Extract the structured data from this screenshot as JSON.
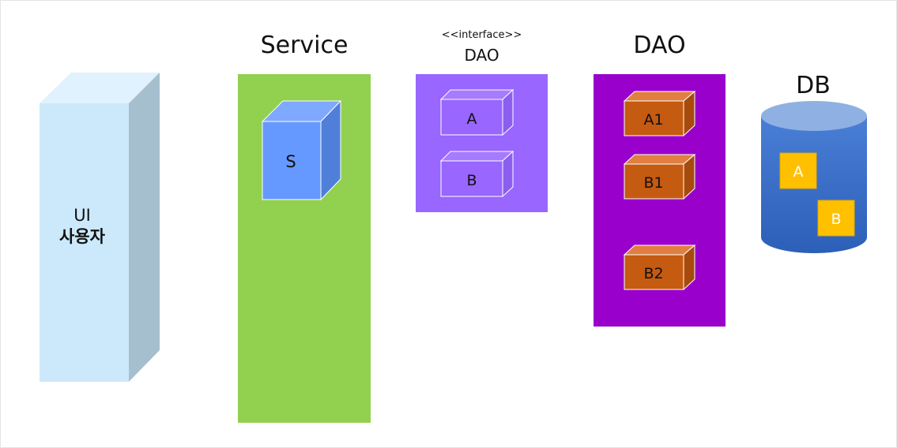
{
  "ui": {
    "line1": "UI",
    "line2": "사용자"
  },
  "service": {
    "title": "Service",
    "box": "S"
  },
  "interface_dao": {
    "stereotype": "<<interface>>",
    "title": "DAO",
    "boxes": [
      "A",
      "B"
    ]
  },
  "dao": {
    "title": "DAO",
    "boxes": [
      "A1",
      "B1",
      "B2"
    ]
  },
  "db": {
    "title": "DB",
    "items": [
      "A",
      "B"
    ]
  },
  "colors": {
    "ui_front": "#cce9fb",
    "ui_top": "#dff2fd",
    "ui_side": "#a5bfcf",
    "service_panel": "#92d050",
    "service_box": "#6699ff",
    "interface_panel": "#9966ff",
    "dao_panel": "#9900cc",
    "dao_box": "#c55a11",
    "db_body": "#3a6fc6",
    "db_top": "#8fb0e2",
    "db_item": "#ffc000"
  }
}
